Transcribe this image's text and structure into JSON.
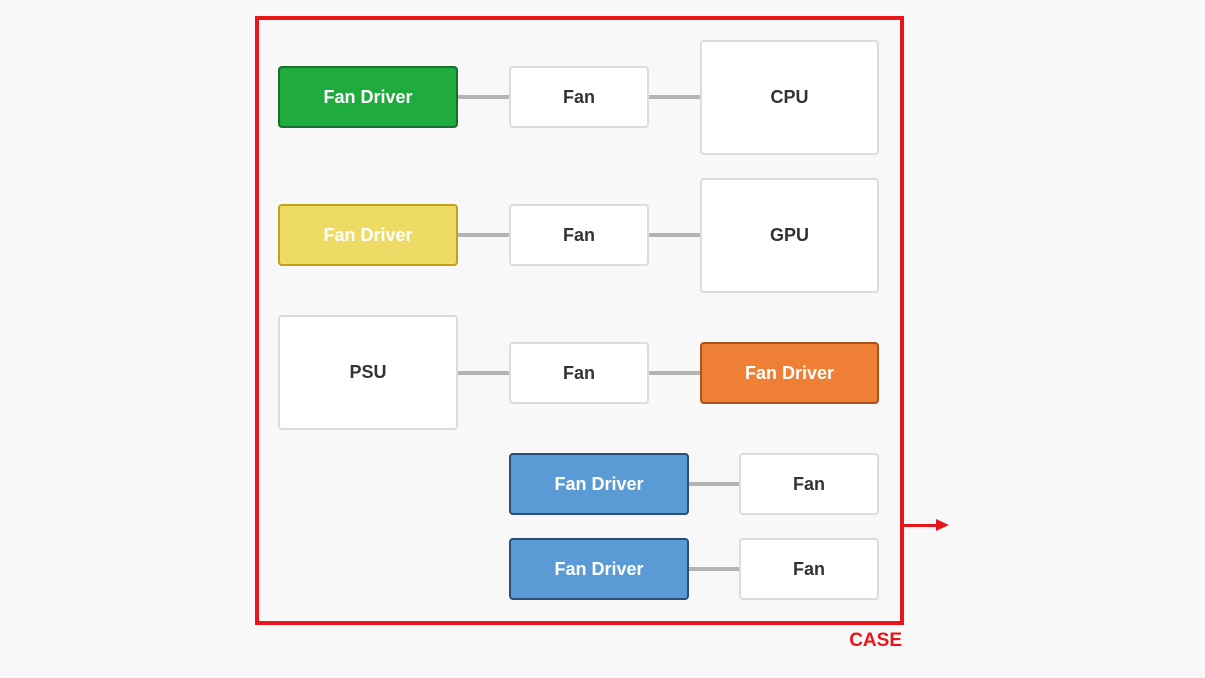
{
  "case": {
    "label": "CASE",
    "color": "#e8161b"
  },
  "rows": {
    "cpu": {
      "driver": "Fan Driver",
      "fan": "Fan",
      "component": "CPU",
      "driver_color": "#1fab3e"
    },
    "gpu": {
      "driver": "Fan Driver",
      "fan": "Fan",
      "component": "GPU",
      "driver_color": "#eddb66"
    },
    "psu": {
      "component": "PSU",
      "fan": "Fan",
      "driver": "Fan Driver",
      "driver_color": "#ef7f34"
    },
    "case_fan_1": {
      "driver": "Fan Driver",
      "fan": "Fan",
      "driver_color": "#5b9bd5"
    },
    "case_fan_2": {
      "driver": "Fan Driver",
      "fan": "Fan",
      "driver_color": "#5b9bd5"
    }
  }
}
